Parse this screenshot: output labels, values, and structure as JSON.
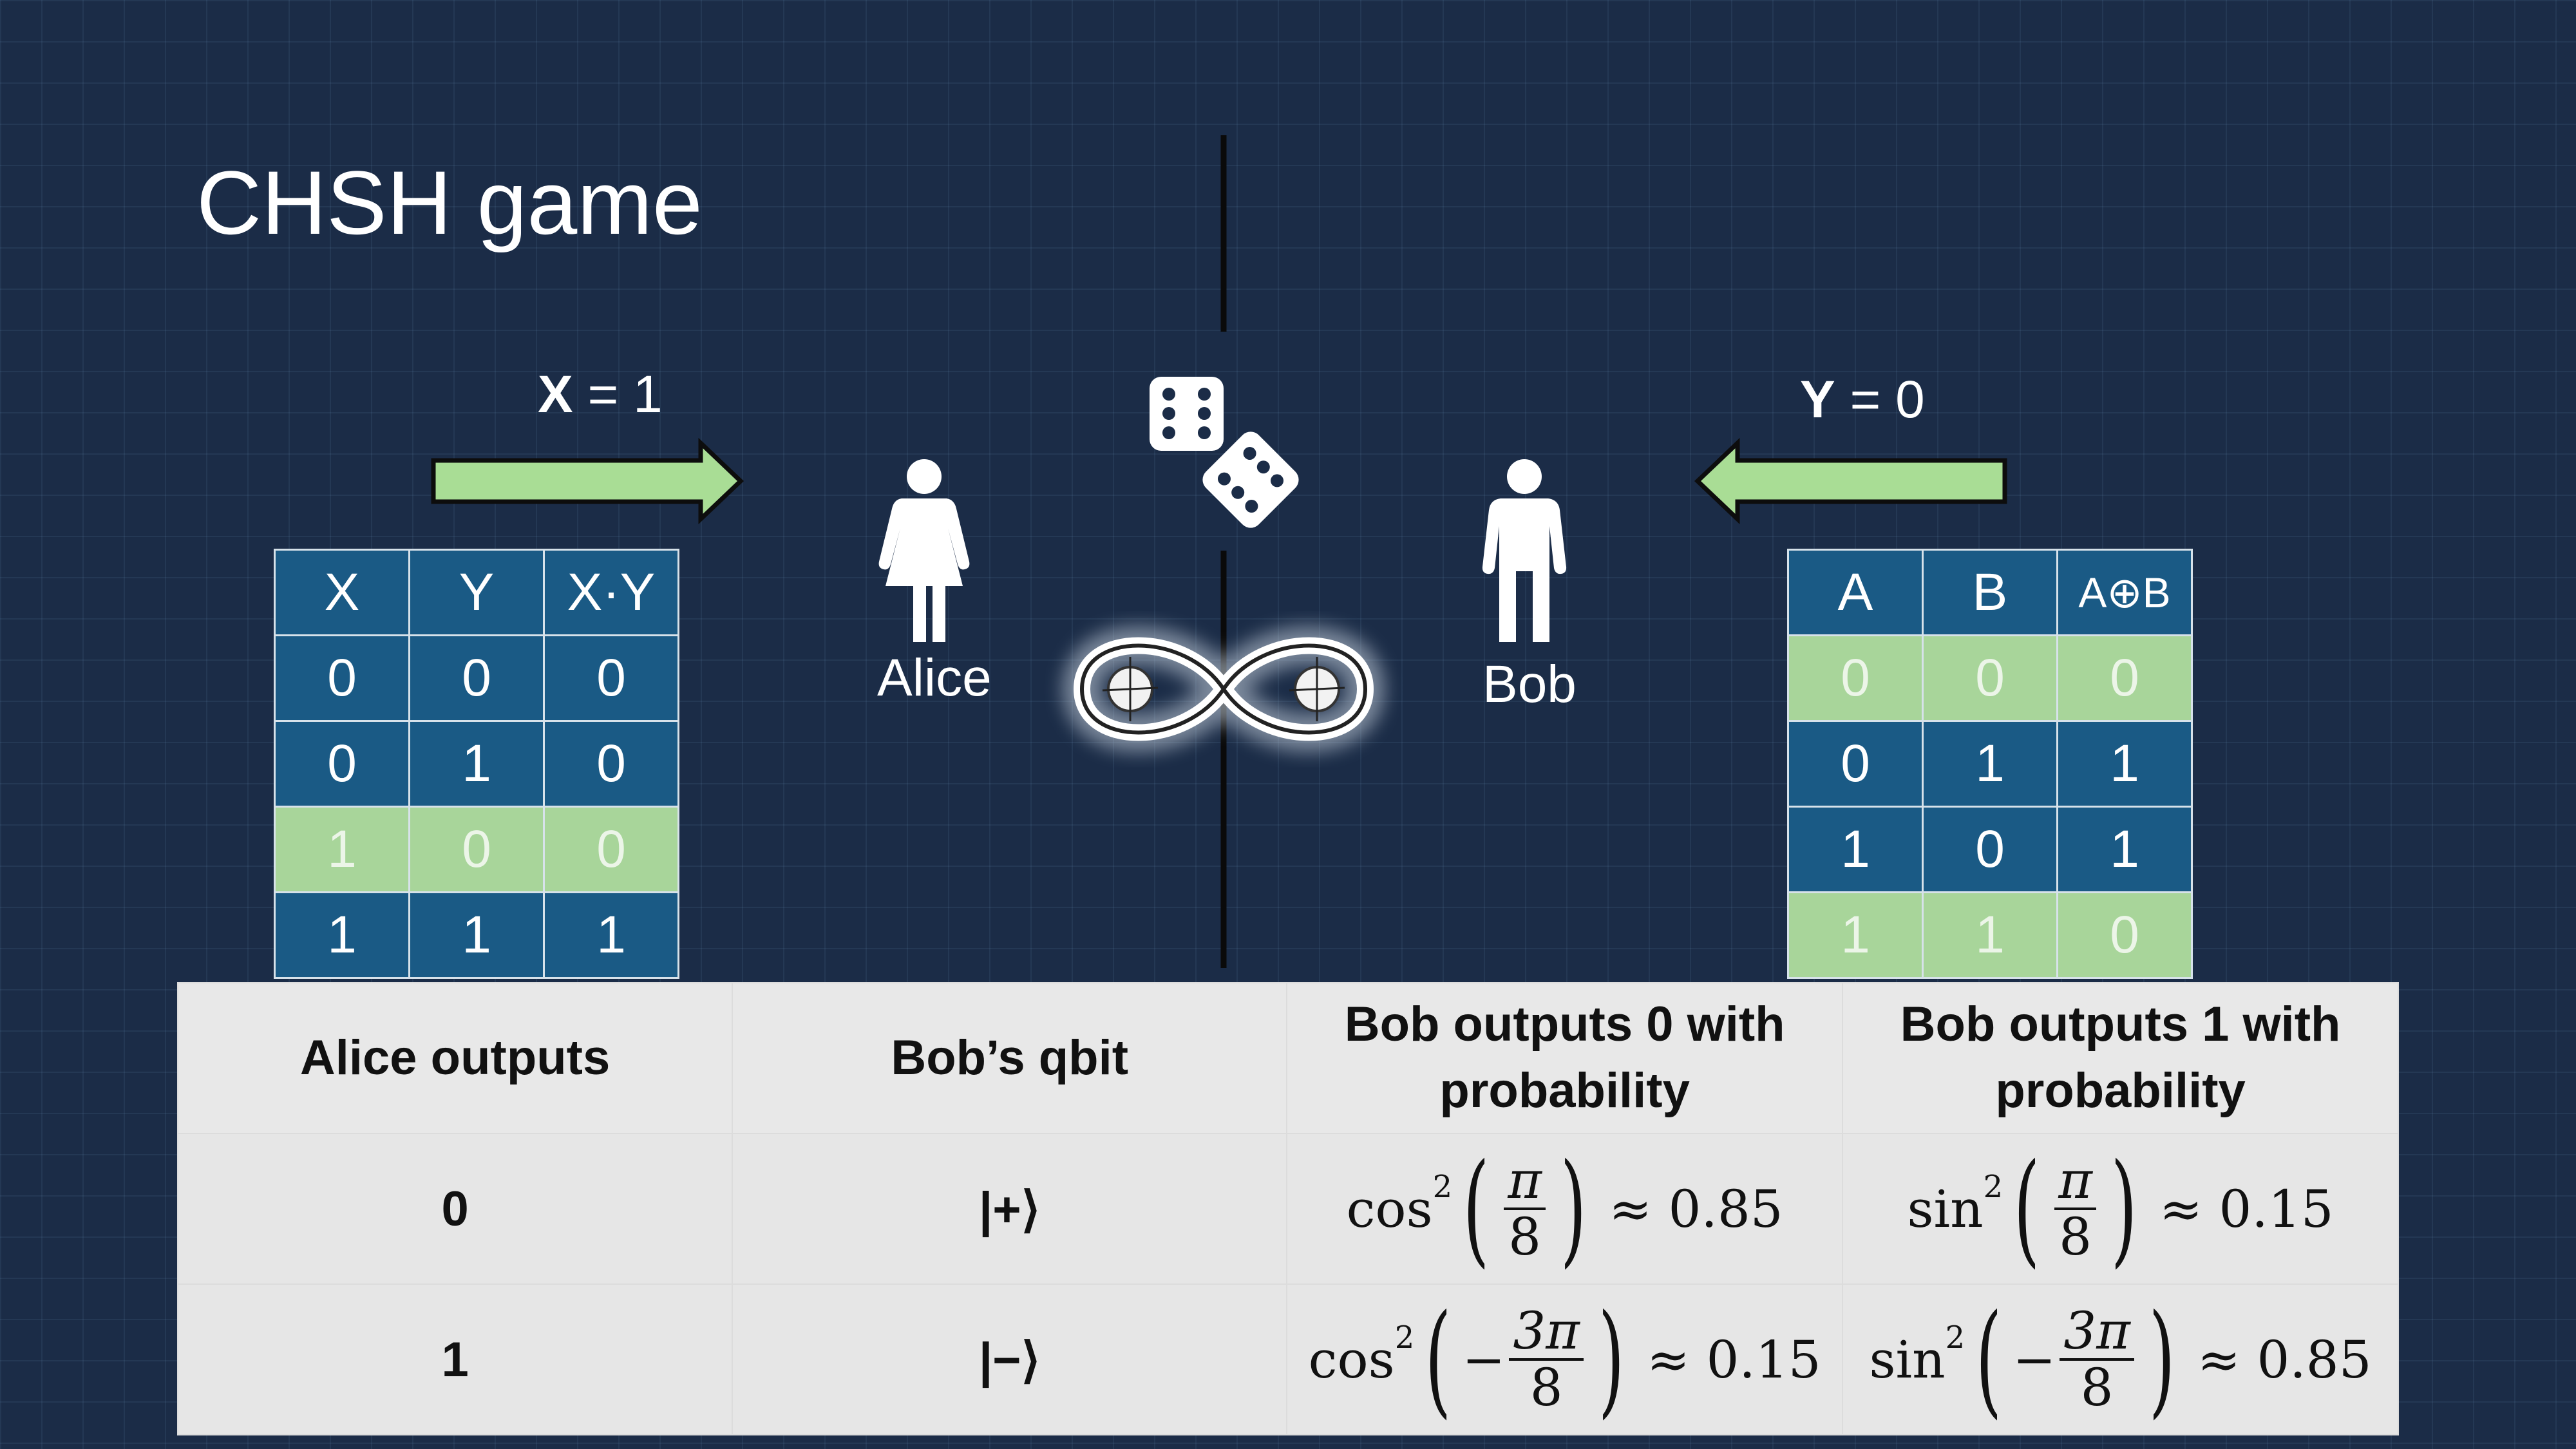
{
  "title": "CHSH game",
  "x_input": {
    "var": "X",
    "rest": " = 1"
  },
  "y_input": {
    "var": "Y",
    "rest": " = 0"
  },
  "alice": {
    "name": "Alice"
  },
  "bob": {
    "name": "Bob"
  },
  "left_table": {
    "headers": [
      "X",
      "Y",
      "X·Y"
    ],
    "rows": [
      [
        "0",
        "0",
        "0"
      ],
      [
        "0",
        "1",
        "0"
      ],
      [
        "1",
        "0",
        "0"
      ],
      [
        "1",
        "1",
        "1"
      ]
    ],
    "highlighted_row": 2
  },
  "right_table": {
    "headers": [
      "A",
      "B",
      "A⊕B"
    ],
    "rows": [
      [
        "0",
        "0",
        "0"
      ],
      [
        "0",
        "1",
        "1"
      ],
      [
        "1",
        "0",
        "1"
      ],
      [
        "1",
        "1",
        "0"
      ]
    ],
    "highlighted_rows": [
      0,
      3
    ]
  },
  "main_table": {
    "headers": [
      "Alice outputs",
      "Bob’s qbit",
      "Bob outputs 0 with probability",
      "Bob outputs 1 with probability"
    ],
    "rows": [
      {
        "alice": "0",
        "qbit": "|+⟩",
        "p0": {
          "fn": "cos",
          "sign": "",
          "num": "π",
          "den": "8",
          "approx": "≈ 0.85"
        },
        "p1": {
          "fn": "sin",
          "sign": "",
          "num": "π",
          "den": "8",
          "approx": "≈ 0.15"
        }
      },
      {
        "alice": "1",
        "qbit": "|−⟩",
        "p0": {
          "fn": "cos",
          "sign": "−",
          "num": "3π",
          "den": "8",
          "approx": "≈ 0.15"
        },
        "p1": {
          "fn": "sin",
          "sign": "−",
          "num": "3π",
          "den": "8",
          "approx": "≈ 0.85"
        }
      }
    ]
  },
  "colors": {
    "background": "#1b2c47",
    "table_blue": "#1a5a85",
    "table_green": "#a8d59a",
    "arrow_green": "#a9dd95"
  },
  "icons": [
    "dice-icon",
    "alice-person-icon",
    "bob-person-icon",
    "entangled-qubits-icon",
    "right-arrow",
    "left-arrow"
  ]
}
